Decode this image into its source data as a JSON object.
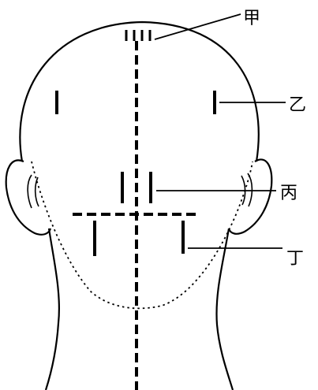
{
  "labels": {
    "jia": "甲",
    "yi": "乙",
    "bing": "丙",
    "ding": "丁"
  },
  "colors": {
    "line": "#000000",
    "background": "#ffffff"
  }
}
